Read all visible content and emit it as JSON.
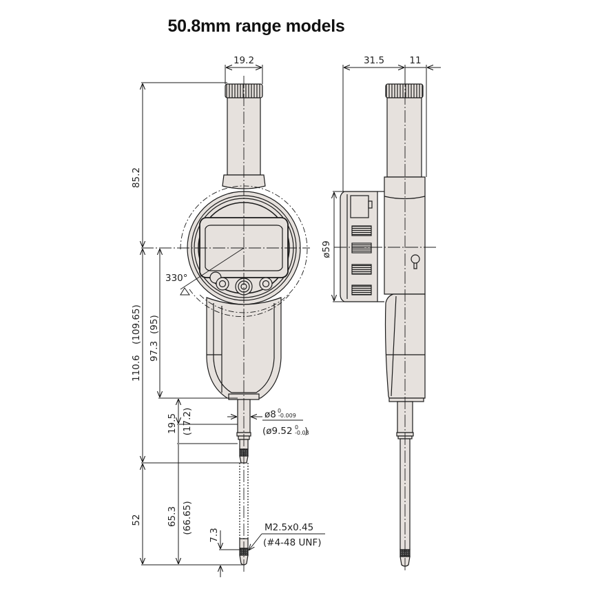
{
  "title": "50.8mm range models",
  "colors": {
    "body_fill": "#e6e1dd",
    "line": "#1a1a1a",
    "background": "#ffffff"
  },
  "front_view": {
    "dimensions": {
      "cap_width": "19.2",
      "top_height": "85.2",
      "total_lower_height": "110.6",
      "total_lower_height_alt": "(109.65)",
      "body_height": "97.3",
      "body_height_alt": "(95)",
      "stem_length": "19.5",
      "stem_length_alt": "(17.2)",
      "stroke": "52",
      "spindle_length": "65.3",
      "spindle_length_alt": "(66.65)",
      "tip_length": "7.3",
      "rotation_angle": "330°"
    },
    "stem_diameter": {
      "main": "ø8",
      "tol_upper": "0",
      "tol_lower": "-0.009",
      "alt_main": "(ø9.52",
      "alt_tol_upper": "0",
      "alt_tol_lower": "-0.03",
      "alt_close": ")"
    },
    "thread": {
      "metric": "M2.5x0.45",
      "unified": "(#4-48 UNF)"
    }
  },
  "side_view": {
    "dimensions": {
      "depth_front": "31.5",
      "depth_back": "11",
      "bezel_diameter": "ø59"
    }
  }
}
